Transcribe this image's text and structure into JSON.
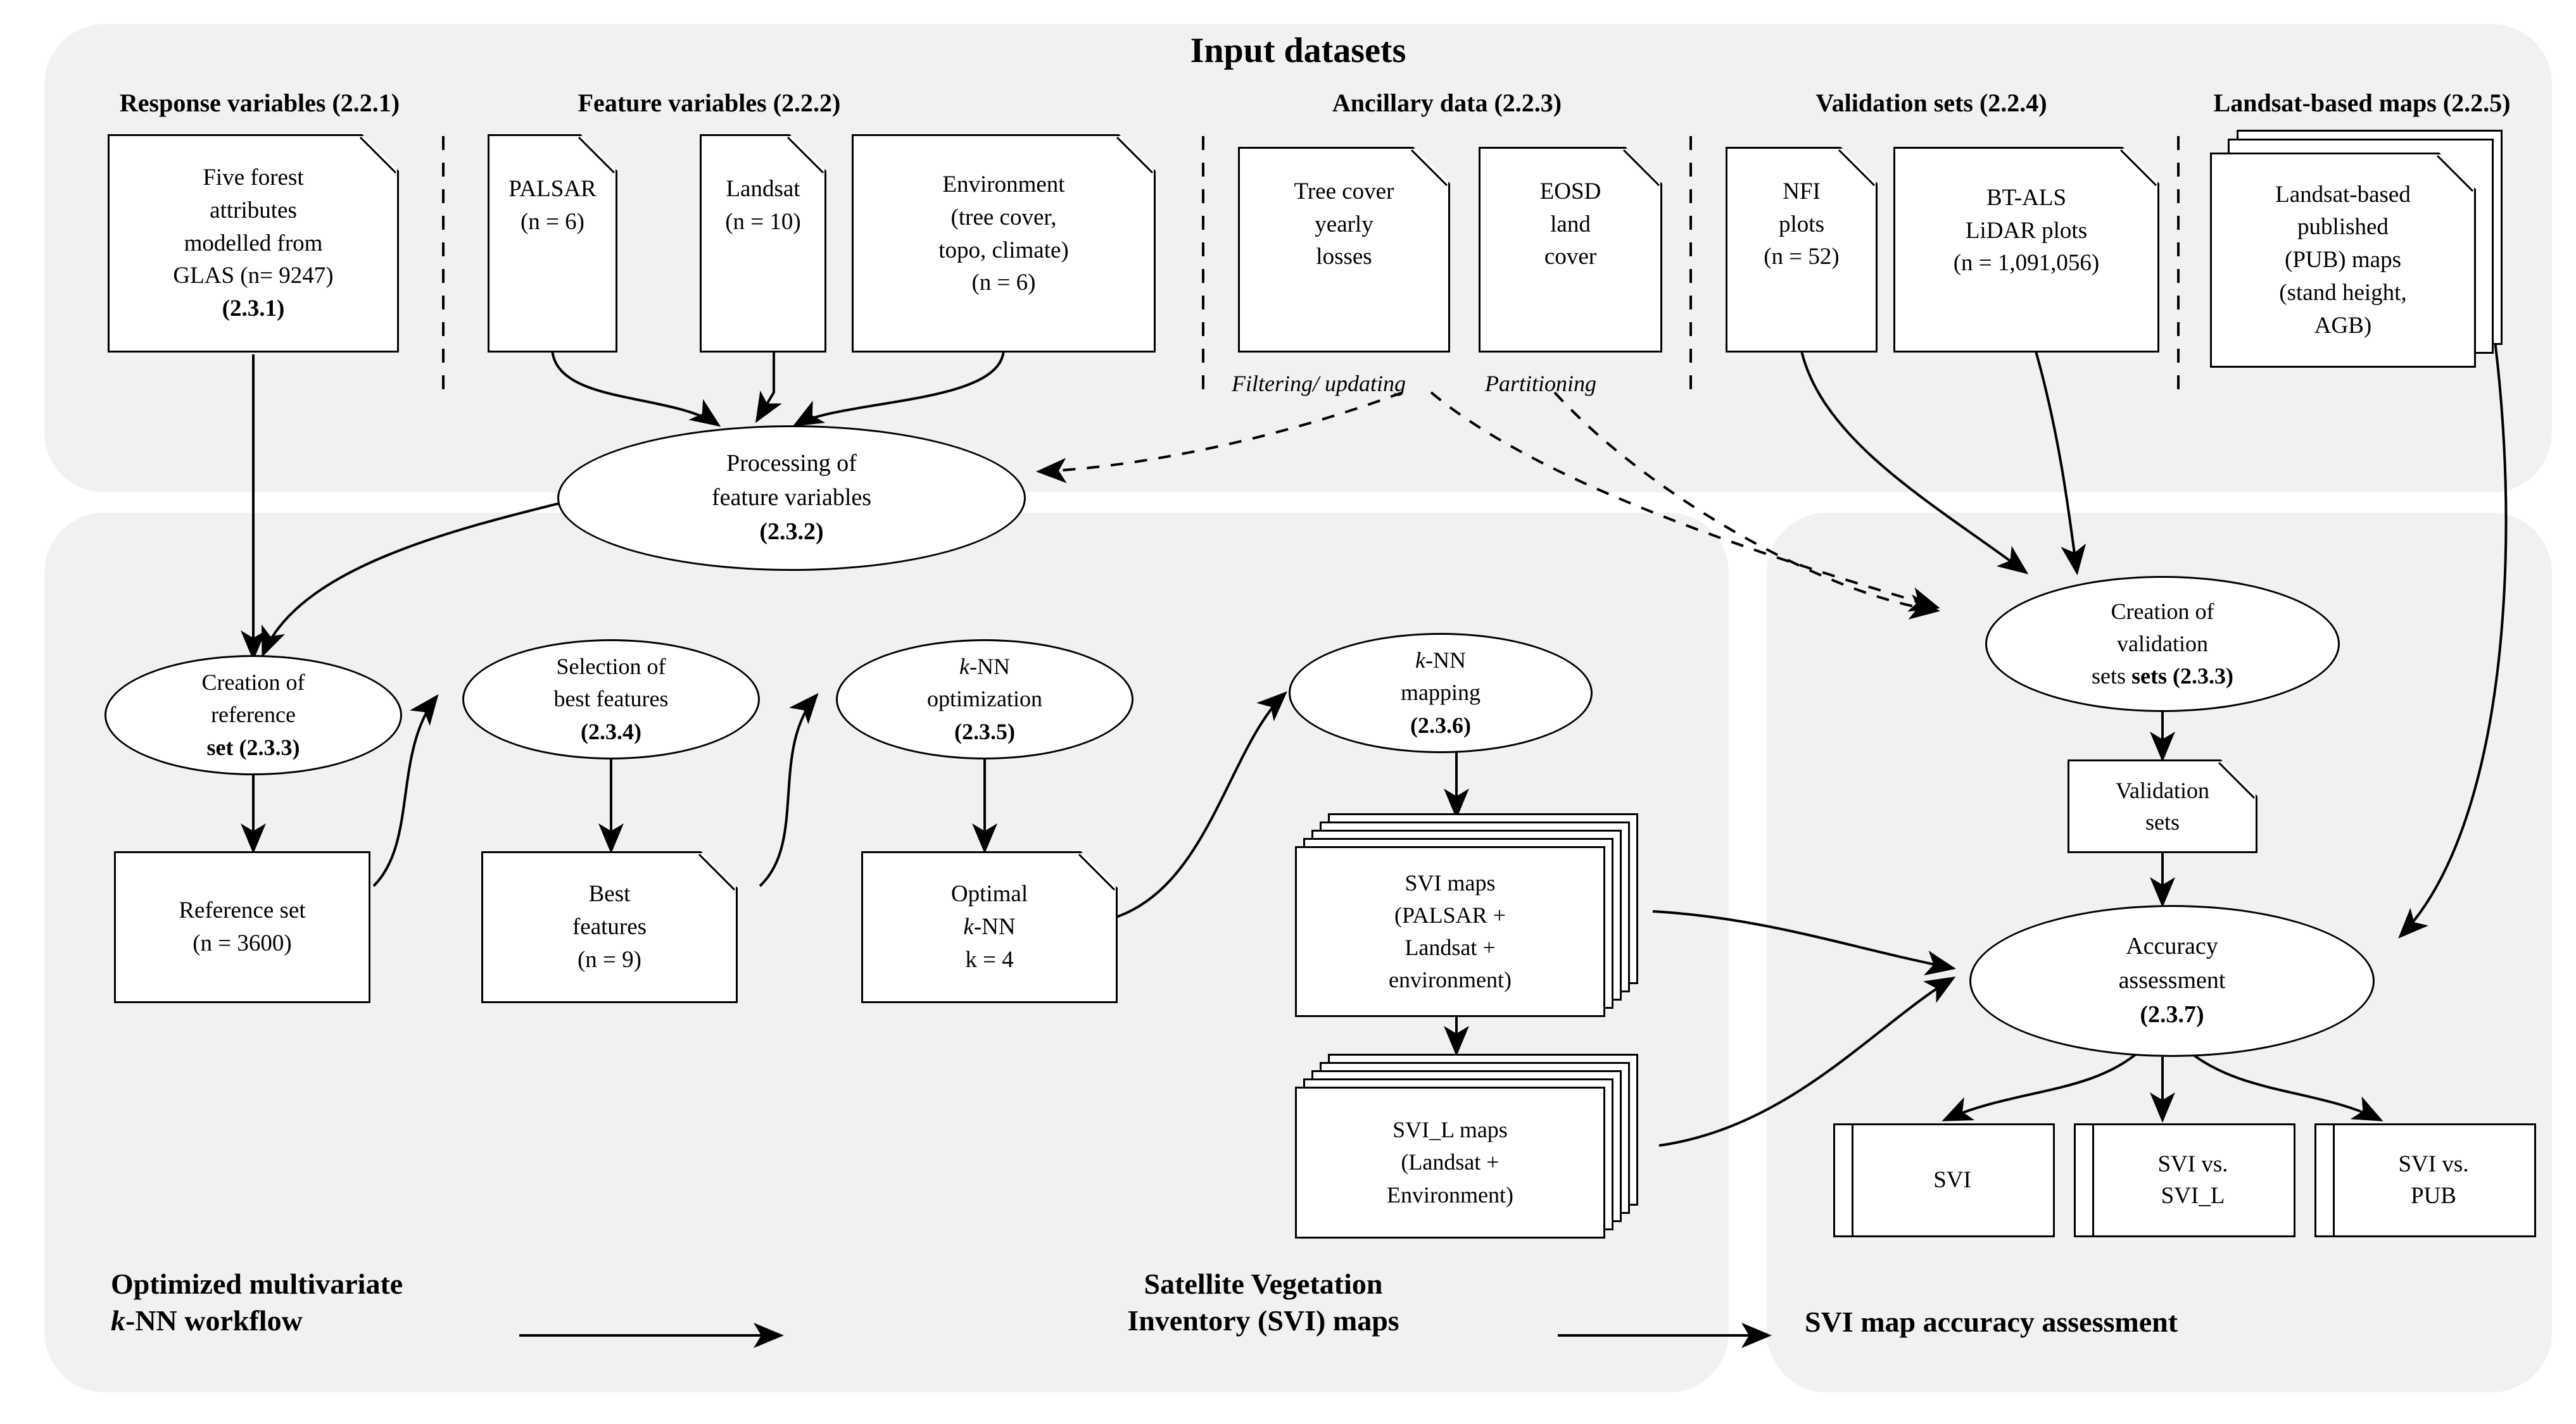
{
  "title": "Input datasets",
  "sections": [
    {
      "label": "Response variables (2.2.1)"
    },
    {
      "label": "Feature variables (2.2.2)"
    },
    {
      "label": "Ancillary data (2.2.3)"
    },
    {
      "label": "Validation sets (2.2.4)"
    },
    {
      "label": "Landsat-based maps (2.2.5)"
    }
  ],
  "inputs": {
    "response": {
      "line1": "Five forest",
      "line2": "attributes",
      "line3": "modelled  from",
      "line4": "GLAS (n= 9247)",
      "line5": "(2.3.1)"
    },
    "palsar": {
      "line1": "PALSAR",
      "line2": "(n = 6)"
    },
    "landsat": {
      "line1": "Landsat",
      "line2": "(n = 10)"
    },
    "environment": {
      "line1": "Environment",
      "line2": "(tree cover,",
      "line3": "topo, climate)",
      "line4": "(n = 6)"
    },
    "tree_cover": {
      "line1": "Tree cover",
      "line2": "yearly",
      "line3": "losses"
    },
    "eosd": {
      "line1": "EOSD",
      "line2": "land",
      "line3": "cover"
    },
    "nfi": {
      "line1": "NFI",
      "line2": "plots",
      "line3": "(n = 52)"
    },
    "btals": {
      "line1": "BT-ALS",
      "line2": "LiDAR plots",
      "line3": "(n = 1,091,056)"
    },
    "pub": {
      "line1": "Landsat-based",
      "line2": "published",
      "line3": "(PUB) maps",
      "line4": "(stand height,",
      "line5": "AGB)"
    }
  },
  "annotations": {
    "filtering": "Filtering/ updating",
    "partitioning": "Partitioning"
  },
  "processes": {
    "processing_feature_variables": {
      "line1": "Processing  of",
      "line2": "feature variables",
      "line3": "(2.3.2)"
    },
    "creation_reference_set": {
      "line1": "Creation of",
      "line2": "reference",
      "line3": "set (2.3.3)"
    },
    "selection_best_features": {
      "line1": "Selection of",
      "line2": "best features",
      "line3": "(2.3.4)"
    },
    "knn_optimization": {
      "line1_k": "k",
      "line1_rest": "-NN",
      "line2": "optimization",
      "line3": "(2.3.5)"
    },
    "knn_mapping": {
      "line1_k": "k",
      "line1_rest": "-NN",
      "line2": "mapping",
      "line3": "(2.3.6)"
    },
    "creation_validation_sets": {
      "line1": "Creation of",
      "line2": "validation",
      "line3": "sets (2.3.3)"
    },
    "accuracy_assessment": {
      "line1": "Accuracy",
      "line2": "assessment",
      "line3": "(2.3.7)"
    }
  },
  "outputs": {
    "reference_set": {
      "line1": "Reference set",
      "line2": "(n = 3600)"
    },
    "best_features": {
      "line1": "Best",
      "line2": "features",
      "line3": "(n = 9)"
    },
    "optimal_knn": {
      "line1": "Optimal",
      "line2_k": "k",
      "line2_rest": "-NN",
      "line3": "k = 4"
    },
    "svi_maps": {
      "line1": "SVI maps",
      "line2": "(PALSAR +",
      "line3": "Landsat +",
      "line4": "environment)"
    },
    "svi_l_maps": {
      "line1": "SVI_L maps",
      "line2": "(Landsat +",
      "line3": "Environment)"
    },
    "validation_sets": {
      "line1": "Validation",
      "line2": "sets"
    }
  },
  "assessments": [
    {
      "label": "SVI"
    },
    {
      "line1": "SVI vs.",
      "line2": "SVI_L"
    },
    {
      "line1": "SVI vs.",
      "line2": "PUB"
    }
  ],
  "phases": {
    "workflow": {
      "line1": "Optimized multivariate",
      "line2_k": "k",
      "line2_rest": "-NN workflow"
    },
    "svi_maps": {
      "line1": "Satellite Vegetation",
      "line2": "Inventory (SVI) maps"
    },
    "accuracy": {
      "line1": "SVI map accuracy assessment"
    }
  },
  "colors": {
    "panel_bg": "#f1f1f1",
    "stroke": "#000000",
    "page_bg": "#ffffff"
  }
}
